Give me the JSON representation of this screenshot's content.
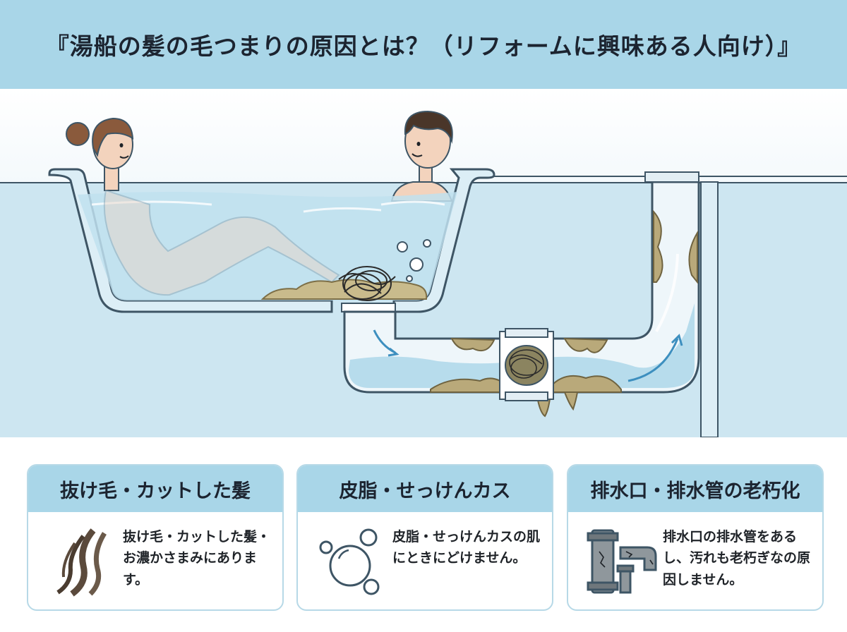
{
  "title": "『湯船の髪の毛つまりの原因とは？（リフォームに興味ある人向け）』",
  "cards": [
    {
      "heading": "抜け毛・カットした髪",
      "text": "抜け毛・カットした髪・お濃かさまみにあります。",
      "icon": "hair-strands-icon"
    },
    {
      "heading": "皮脂・せっけんカス",
      "text": "皮脂・せっけんカスの肌にときにどけません。",
      "icon": "soap-bubbles-icon"
    },
    {
      "heading": "排水口・排水管の老朽化",
      "text": "排水口の排水管をあるし、汚れも老朽ぎなの原因しません。",
      "icon": "old-drain-pipe-icon"
    }
  ],
  "colors": {
    "header": "#a9d6e8",
    "water": "#cfe8f2",
    "tub_outline": "#3e5565",
    "grime": "#b9a97a",
    "hair": "#2b2b2b"
  }
}
